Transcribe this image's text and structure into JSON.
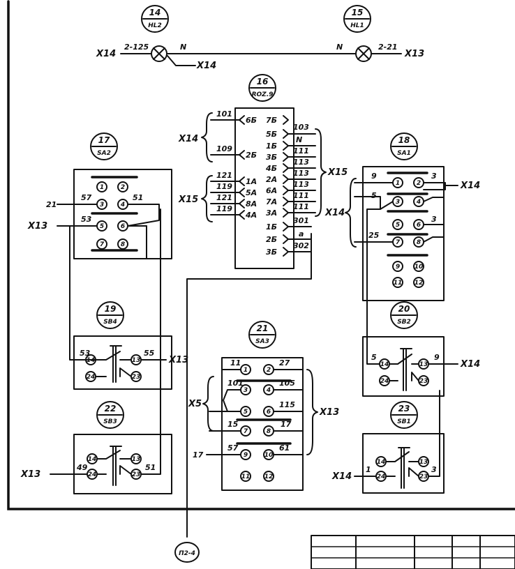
{
  "external_tags": {
    "x5": "X5",
    "x13": "X13",
    "x14": "X14",
    "x15": "X15",
    "p2_4": "П2-4"
  },
  "lamps": {
    "hl2": {
      "pos": "14",
      "ref": "HL2",
      "wire_left": "2-125",
      "wire_right": "N"
    },
    "hl1": {
      "pos": "15",
      "ref": "HL1",
      "wire_left": "N",
      "wire_right": "2-21"
    }
  },
  "connector": {
    "pos": "16",
    "ref": "ROZ.9",
    "left_pins": [
      "6Б",
      "2Б",
      "1А",
      "5А",
      "8А",
      "4А"
    ],
    "left_wires": [
      "101",
      "109",
      "121",
      "119",
      "121",
      "119"
    ],
    "right_pins": [
      "7Б",
      "5Б",
      "1Б",
      "3Б",
      "4Б",
      "2А",
      "6А",
      "7А",
      "3А",
      "1Б",
      "2Б",
      "3Б"
    ],
    "right_wires": [
      "103",
      "N",
      "111",
      "113",
      "113",
      "113",
      "111",
      "111",
      "301",
      "a",
      "302"
    ]
  },
  "sa2": {
    "pos": "17",
    "ref": "SA2",
    "wires": {
      "w21": "21",
      "w57": "57",
      "w51": "51",
      "w53": "53"
    }
  },
  "sa1": {
    "pos": "18",
    "ref": "SA1",
    "wires": {
      "w9": "9",
      "w3": "3",
      "w5": "5",
      "w3b": "3",
      "w25": "25"
    }
  },
  "sb4": {
    "pos": "19",
    "ref": "SB4",
    "wires": {
      "w53": "53",
      "w55": "55"
    }
  },
  "sb2": {
    "pos": "20",
    "ref": "SB2",
    "wires": {
      "w5": "5",
      "w9": "9"
    }
  },
  "sa3": {
    "pos": "21",
    "ref": "SA3",
    "wires": {
      "w11": "11",
      "w27": "27",
      "w101": "101",
      "w105": "105",
      "w115": "115",
      "w15": "15",
      "w17": "17",
      "w57": "57",
      "w61": "61",
      "w17b": "17"
    }
  },
  "sb3": {
    "pos": "22",
    "ref": "SB3",
    "wires": {
      "w49": "49",
      "w51": "51"
    }
  },
  "sb1": {
    "pos": "23",
    "ref": "SB1",
    "wires": {
      "w1": "1",
      "w3": "3"
    }
  },
  "terminals": [
    "1",
    "2",
    "3",
    "4",
    "5",
    "6",
    "7",
    "8",
    "9",
    "10",
    "11",
    "12",
    "13",
    "14",
    "23",
    "24"
  ]
}
